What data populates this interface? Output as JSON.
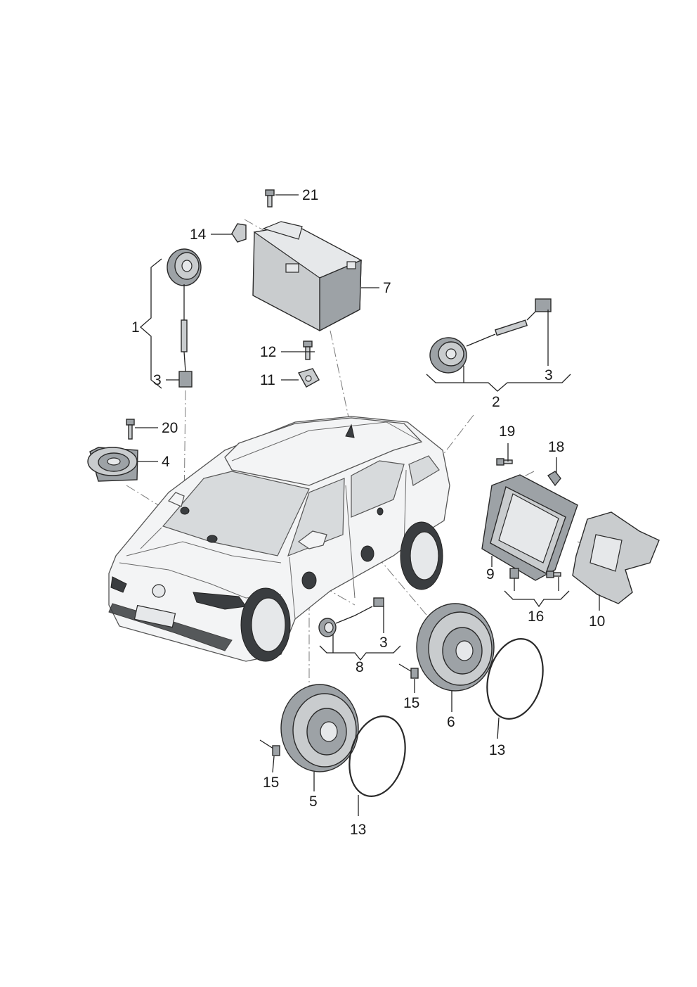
{
  "callouts": {
    "c1": "1",
    "c2": "2",
    "c3a": "3",
    "c3b": "3",
    "c3c": "3",
    "c4": "4",
    "c5": "5",
    "c6": "6",
    "c7": "7",
    "c8": "8",
    "c9": "9",
    "c10": "10",
    "c11": "11",
    "c12": "12",
    "c13a": "13",
    "c13b": "13",
    "c14": "14",
    "c15a": "15",
    "c15b": "15",
    "c16": "16",
    "c18": "18",
    "c19": "19",
    "c20": "20",
    "c21": "21"
  }
}
